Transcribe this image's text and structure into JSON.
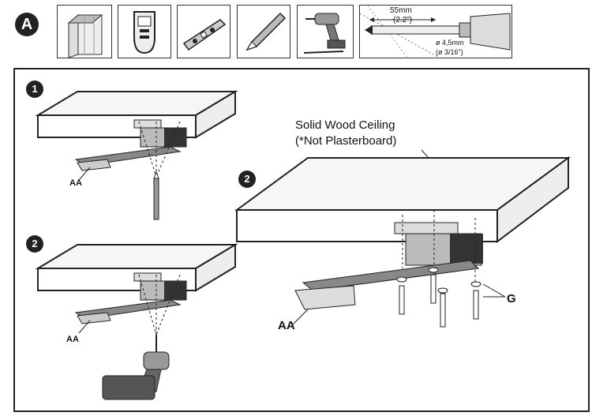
{
  "section_badge": "A",
  "tools": [
    {
      "name": "wood-ceiling"
    },
    {
      "name": "stud-finder"
    },
    {
      "name": "spirit-level"
    },
    {
      "name": "pencil"
    },
    {
      "name": "power-drill"
    },
    {
      "name": "drill-depth"
    }
  ],
  "drill_spec": {
    "depth_mm": "55mm",
    "depth_in": "(2.2\")",
    "diameter_mm": "ø 4,5mm",
    "diameter_in": "(ø 3/16\")"
  },
  "steps": [
    {
      "number": "1",
      "part_label": "AA"
    },
    {
      "number": "2",
      "part_label": "AA"
    },
    {
      "number": "2",
      "part_label": "AA",
      "side_label": "G"
    }
  ],
  "ceiling_note": {
    "line1": "Solid Wood Ceiling",
    "line2": "(*Not Plasterboard)"
  }
}
